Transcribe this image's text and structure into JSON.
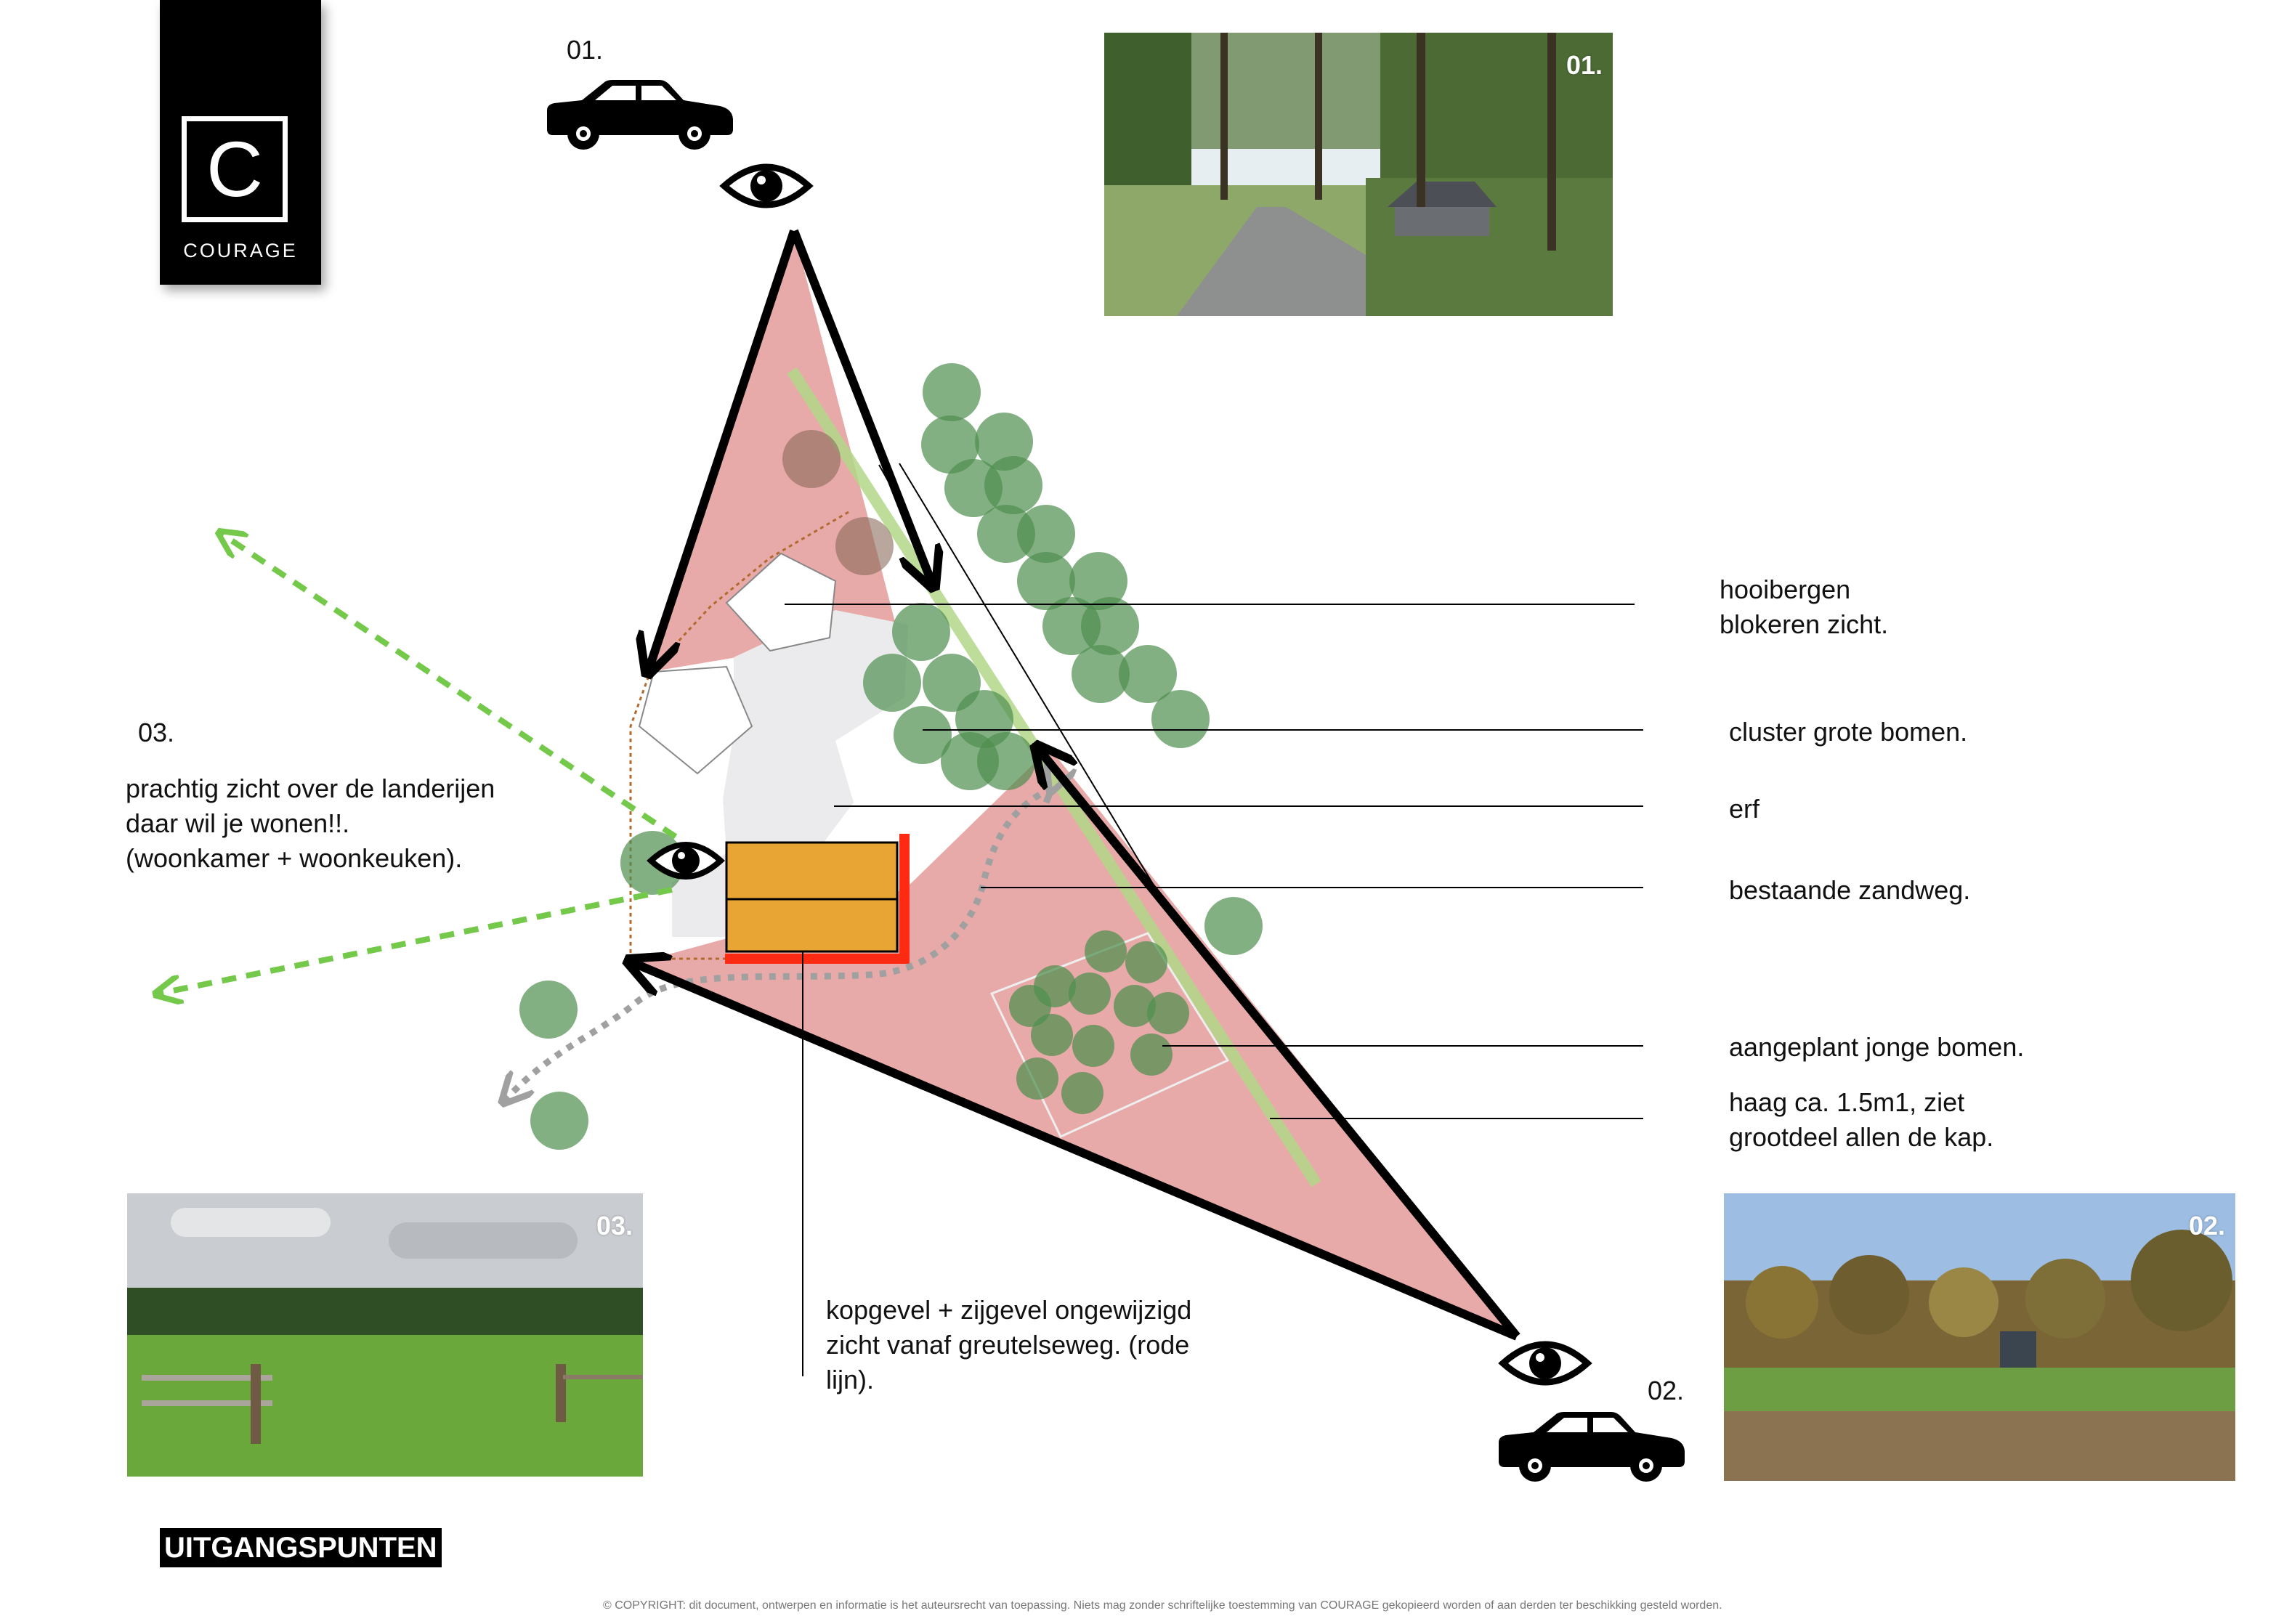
{
  "brand": {
    "letter": "C",
    "name": "COURAGE"
  },
  "viewpoints": [
    {
      "id": "vp1",
      "number": "01."
    },
    {
      "id": "vp2",
      "number": "02."
    },
    {
      "id": "vp3",
      "number": "03."
    }
  ],
  "photos": [
    {
      "id": "photo-01",
      "label": "01."
    },
    {
      "id": "photo-02",
      "label": "02."
    },
    {
      "id": "photo-03",
      "label": "03."
    }
  ],
  "view_description": "prachtig zicht over de landerijen\ndaar wil je wonen!!.\n(woonkamer + woonkeuken).",
  "annotations": [
    {
      "id": "hooibergen",
      "text": "hooibergen\nblokeren zicht."
    },
    {
      "id": "bomen",
      "text": "cluster grote bomen."
    },
    {
      "id": "erf",
      "text": "erf"
    },
    {
      "id": "zandweg",
      "text": "bestaande zandweg."
    },
    {
      "id": "jonge-bomen",
      "text": "aangeplant jonge bomen."
    },
    {
      "id": "haag",
      "text": "haag ca. 1.5m1, ziet\ngrootdeel allen de kap."
    },
    {
      "id": "kopgevel",
      "text": "kopgevel + zijgevel ongewijzigd\nzicht vanaf greutelseweg. (rode\nlijn)."
    }
  ],
  "section_title": "UITGANGSPUNTEN",
  "copyright": "© COPYRIGHT:   dit document, ontwerpen en informatie is het auteursrecht van toepassing. Niets mag zonder schriftelijke toestemming van COURAGE gekopieerd worden of aan derden ter beschikking gesteld worden.",
  "colors": {
    "view_cone": "#e8a9a9",
    "tree": "#4e8f4e",
    "building": "#e8a533",
    "facade_line": "#ff2a12",
    "road": "#b3d88a",
    "view_arrow": "#74c94a",
    "path_arrow": "#a0a0a0"
  },
  "icons": [
    "car-icon",
    "eye-icon",
    "arrow-icon"
  ]
}
